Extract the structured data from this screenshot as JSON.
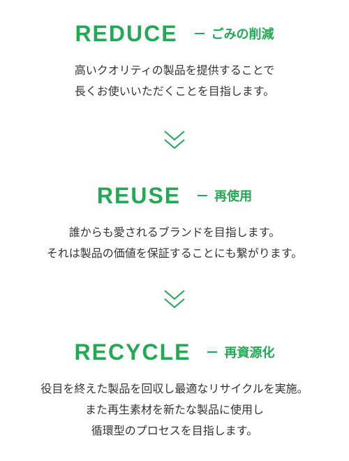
{
  "sections": [
    {
      "title_en": "REDUCE",
      "title_jp": "ごみの削減",
      "lines": [
        "高いクオリティの製品を提供することで",
        "長くお使いいただくことを目指します。"
      ]
    },
    {
      "title_en": "REUSE",
      "title_jp": "再使用",
      "lines": [
        "誰からも愛されるブランドを目指します。",
        "それは製品の価値を保証することにも繋がります。"
      ]
    },
    {
      "title_en": "RECYCLE",
      "title_jp": "再資源化",
      "lines": [
        "役目を終えた製品を回収し最適なリサイクルを実施。",
        "また再生素材を新たな製品に使用し",
        "循環型のプロセスを目指します。"
      ]
    }
  ],
  "colors": {
    "accent": "#21a954",
    "text": "#333333"
  },
  "icons": {
    "arrow": "double-chevron-down-icon"
  }
}
